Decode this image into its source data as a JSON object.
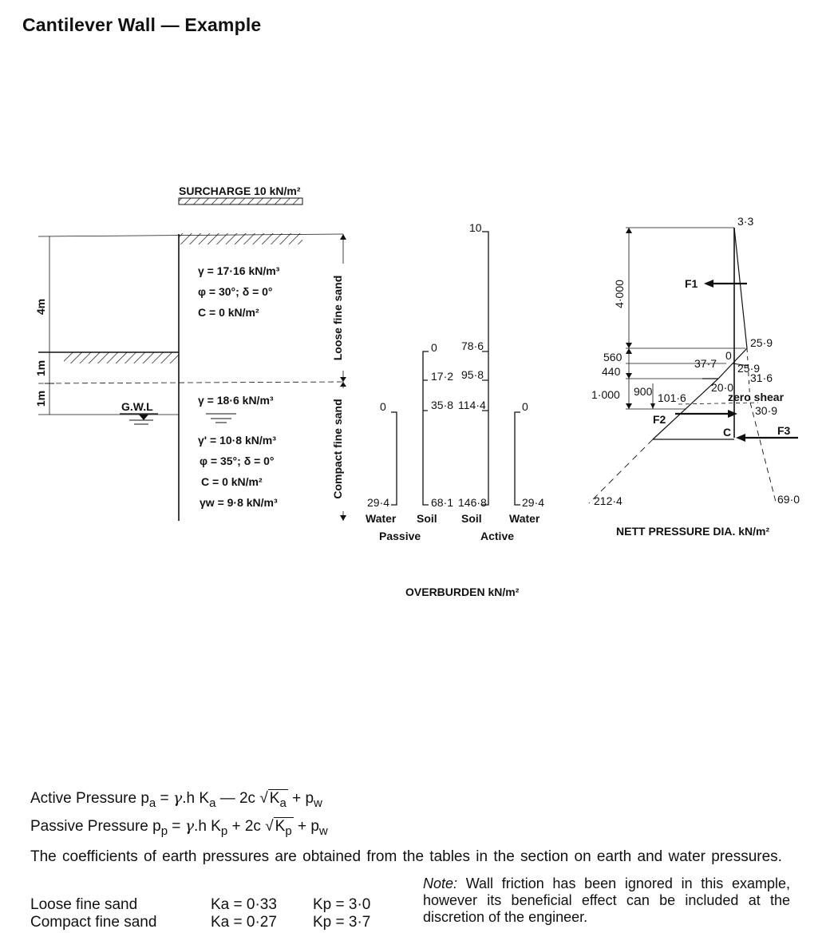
{
  "title": "Cantilever Wall — Example",
  "wall": {
    "surcharge": "SURCHARGE  10 kN/m²",
    "dim_4m": "4m",
    "dim_1m_a": "1m",
    "dim_1m_b": "1m",
    "gwl": "G.W.L",
    "loose_label": "Loose fine sand",
    "compact_label": "Compact fine sand",
    "loose_props": [
      "γ = 17·16 kN/m³",
      "φ = 30°; δ = 0°",
      "C = 0 kN/m²"
    ],
    "compact_props": [
      "γ = 18·6 kN/m³",
      "γ' = 10·8 kN/m³",
      "φ = 35°; δ = 0°",
      "C =  0 kN/m²",
      "γw  = 9·8 kN/m³"
    ]
  },
  "overburden": {
    "caption": "OVERBURDEN  kN/m²",
    "passive_water": {
      "top": "0",
      "bottom": "29·4"
    },
    "passive_soil": {
      "values": [
        "0",
        "17·2",
        "35·8",
        "68·1"
      ]
    },
    "active_soil": {
      "values": [
        "10",
        "78·6",
        "95·8",
        "114·4",
        "146·8"
      ]
    },
    "active_water": {
      "top": "0",
      "bottom": "29·4"
    },
    "col_labels": [
      "Water",
      "Soil",
      "Soil",
      "Water"
    ],
    "group_labels": [
      "Passive",
      "Active"
    ]
  },
  "nett": {
    "caption": "NETT PRESSURE DIA. kN/m²",
    "dim_4000": "4·000",
    "dim_560": "560",
    "dim_440": "440",
    "dim_1000": "1·000",
    "dim_900": "900",
    "v_3_3": "3·3",
    "v_25_9a": "25·9",
    "v_37_7": "37·7",
    "v_0": "0",
    "v_25_9b": "25·9",
    "v_31_6": "31·6",
    "v_101_6": "101·6",
    "v_20_0": "20·0",
    "zero_shear": "zero shear",
    "v_30_9": "30·9",
    "v_212_4": "212·4",
    "v_69_0": "69·0",
    "f1": "F1",
    "f2": "F2",
    "f3": "F3",
    "c": "C"
  },
  "equations": {
    "active_prefix": "Active Pressure p",
    "active_sub": "a",
    "active_body1": " = ",
    "active_gamma": "γ",
    "active_body2": ".h K",
    "active_k": "a",
    "active_body3": " — 2c √",
    "active_root": "K",
    "active_root_sub": "a",
    "active_tail": " + p",
    "active_tail_sub": "w",
    "passive_prefix": "Passive Pressure p",
    "passive_sub": "p",
    "passive_body1": " = ",
    "passive_gamma": "γ",
    "passive_body2": ".h K",
    "passive_k": "p",
    "passive_body3": " + 2c √",
    "passive_root": "K",
    "passive_root_sub": "p",
    "passive_tail": " + p",
    "passive_tail_sub": "w"
  },
  "paragraph": "The coefficients of earth pressures are obtained from the tables in the section on earth and water pressures.",
  "note_label": "Note:",
  "note_text": " Wall friction has been ignored in this example, however its beneficial effect can be included at the discretion of the engineer.",
  "soils": [
    {
      "name": "Loose fine sand",
      "ka": "Ka = 0·33",
      "kp": "Kp = 3·0"
    },
    {
      "name": "Compact fine sand",
      "ka": "Ka = 0·27",
      "kp": "Kp = 3·7"
    }
  ]
}
